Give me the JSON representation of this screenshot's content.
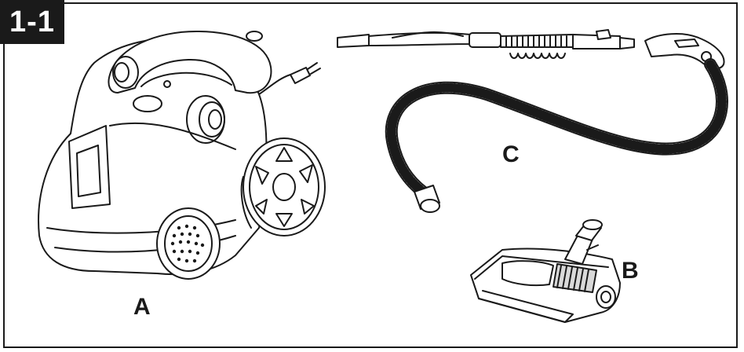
{
  "figure": {
    "number": "1-1"
  },
  "labels": {
    "a": "A",
    "b": "B",
    "c": "C"
  },
  "colors": {
    "ink": "#1a1a1a",
    "paper": "#ffffff",
    "shade": "#d9d9d9"
  }
}
